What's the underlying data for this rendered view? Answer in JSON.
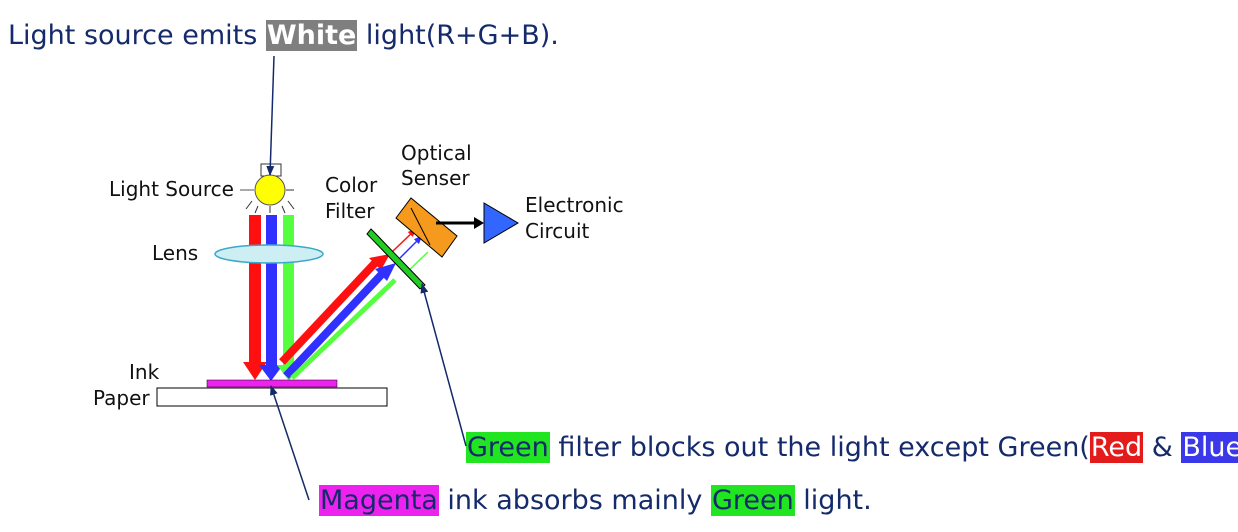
{
  "captions": {
    "top": {
      "pre": "Light source emits ",
      "highlight": "White",
      "post": " light(R+G+B)."
    },
    "filter": {
      "highlight": "Green",
      "text": " filter blocks out the light except Green(",
      "red": "Red",
      "amp": " & ",
      "blue": "Blue",
      "end": ")."
    },
    "ink": {
      "highlight": "Magenta",
      "text": " ink absorbs mainly ",
      "green": "Green",
      "end": " light."
    }
  },
  "labels": {
    "light_source": "Light Source",
    "lens": "Lens",
    "ink": "Ink",
    "paper": "Paper",
    "color_filter": [
      "Color",
      "Filter"
    ],
    "optical_sensor": [
      "Optical",
      "Senser"
    ],
    "electronic_circuit": [
      "Electronic",
      "Circuit"
    ]
  },
  "colors": {
    "text_navy": "#142a6b",
    "highlight_white": "#7f7f7f",
    "highlight_green": "#22e522",
    "highlight_red": "#e31b1b",
    "highlight_blue": "#3a38e8",
    "highlight_magenta": "#ee22ee",
    "light_red": "#ff1010",
    "light_green": "#55ff40",
    "light_blue": "#3030ff",
    "bulb_yellow": "#ffff00",
    "lens_fill": "#cdeef3",
    "ink_magenta": "#ee22ee",
    "filter_green": "#22cc22",
    "sensor_orange": "#f59a1c",
    "circuit_blue": "#3366ff"
  },
  "icons": [
    "light-bulb-icon",
    "lens-icon",
    "color-filter-icon",
    "optical-sensor-icon",
    "electronic-circuit-icon"
  ]
}
